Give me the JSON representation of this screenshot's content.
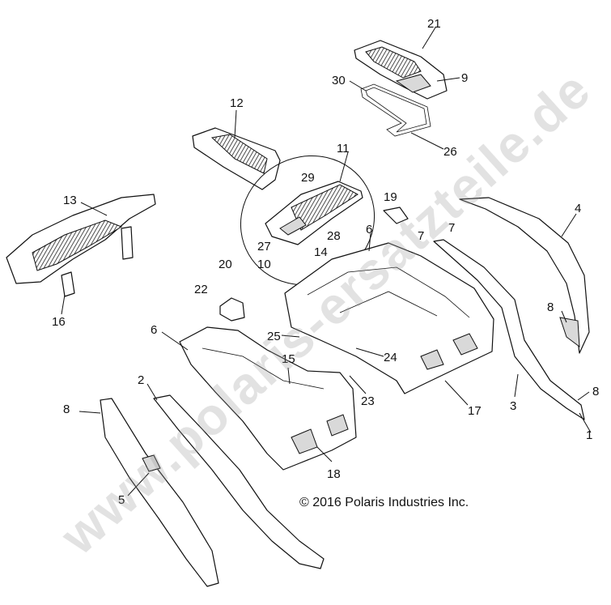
{
  "copyright": "© 2016 Polaris Industries Inc.",
  "watermark": "www.polaris-ersatzteile.de",
  "callouts": [
    {
      "id": "c1",
      "label": "1"
    },
    {
      "id": "c2",
      "label": "2"
    },
    {
      "id": "c3",
      "label": "3"
    },
    {
      "id": "c4",
      "label": "4"
    },
    {
      "id": "c5",
      "label": "5"
    },
    {
      "id": "c6a",
      "label": "6"
    },
    {
      "id": "c6b",
      "label": "6"
    },
    {
      "id": "c7a",
      "label": "7"
    },
    {
      "id": "c7b",
      "label": "7"
    },
    {
      "id": "c8a",
      "label": "8"
    },
    {
      "id": "c8b",
      "label": "8"
    },
    {
      "id": "c8c",
      "label": "8"
    },
    {
      "id": "c9",
      "label": "9"
    },
    {
      "id": "c10",
      "label": "10"
    },
    {
      "id": "c11",
      "label": "11"
    },
    {
      "id": "c12",
      "label": "12"
    },
    {
      "id": "c13",
      "label": "13"
    },
    {
      "id": "c14",
      "label": "14"
    },
    {
      "id": "c15",
      "label": "15"
    },
    {
      "id": "c16",
      "label": "16"
    },
    {
      "id": "c17",
      "label": "17"
    },
    {
      "id": "c18",
      "label": "18"
    },
    {
      "id": "c19",
      "label": "19"
    },
    {
      "id": "c20",
      "label": "20"
    },
    {
      "id": "c21",
      "label": "21"
    },
    {
      "id": "c22",
      "label": "22"
    },
    {
      "id": "c23",
      "label": "23"
    },
    {
      "id": "c24",
      "label": "24"
    },
    {
      "id": "c25",
      "label": "25"
    },
    {
      "id": "c26",
      "label": "26"
    },
    {
      "id": "c27",
      "label": "27"
    },
    {
      "id": "c28",
      "label": "28"
    },
    {
      "id": "c29",
      "label": "29"
    },
    {
      "id": "c30",
      "label": "30"
    }
  ]
}
